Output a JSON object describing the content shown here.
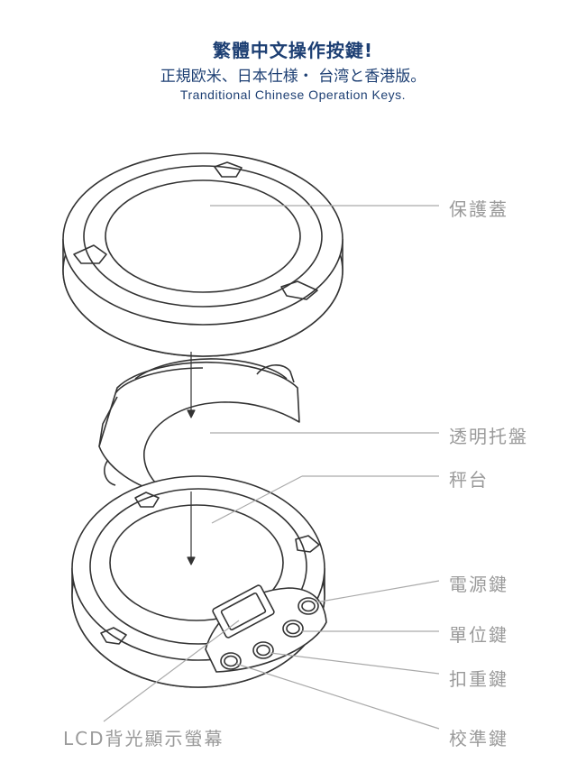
{
  "header": {
    "title": "繁體中文操作按鍵!",
    "subtitle": "正規欧米、日本仕様・ 台湾と香港版。",
    "english": "Tranditional Chinese Operation Keys."
  },
  "labels": {
    "cover": "保護蓋",
    "tray": "透明托盤",
    "platform": "秤台",
    "power_key": "電源鍵",
    "unit_key": "單位鍵",
    "tare_key": "扣重鍵",
    "cal_key": "校準鍵",
    "lcd": "LCD背光顯示螢幕"
  },
  "colors": {
    "title": "#1d3f73",
    "label": "#9a9a9a",
    "line_art": "#333333",
    "leader": "#aaaaaa"
  }
}
